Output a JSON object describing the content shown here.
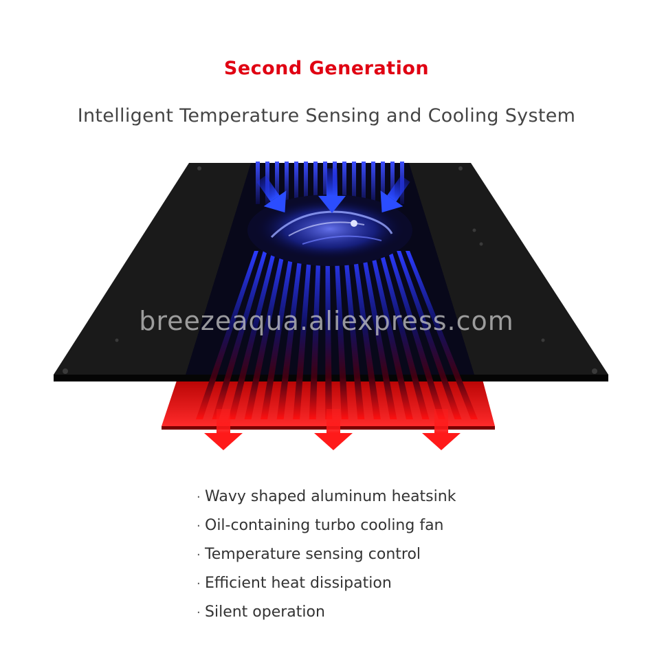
{
  "header": {
    "title": "Second Generation",
    "subtitle": "Intelligent Temperature Sensing and Cooling System"
  },
  "watermark": {
    "text": "breezeaqua.aliexpress.com"
  },
  "features": {
    "bullet": "·",
    "items": [
      "Wavy shaped aluminum heatsink",
      "Oil-containing turbo cooling fan",
      "Temperature sensing control",
      "Efficient heat dissipation",
      "Silent operation"
    ]
  },
  "colors": {
    "title_red": "#e00012",
    "cool_blue": "#1f3cff",
    "hot_red": "#ff1a1a",
    "panel_black": "#161616"
  },
  "icons": {
    "intake_arrows": "arrow-down-icon",
    "exhaust_arrows": "arrow-down-icon",
    "fan": "turbo-fan-icon"
  }
}
